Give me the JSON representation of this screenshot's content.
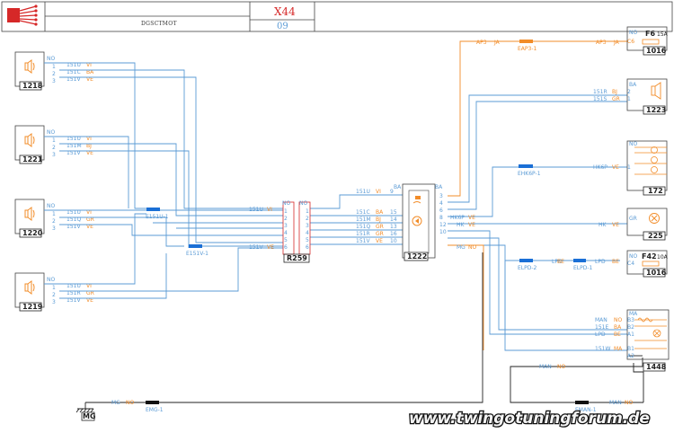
{
  "header": {
    "title": "DGSCTMOT",
    "page_code": "X44",
    "page_number": "09"
  },
  "watermark": "www.twingotuningforum.de",
  "colors": {
    "blue": "#5b9bd5",
    "orange": "#f28c28",
    "red": "#d62828",
    "dark": "#222222",
    "connector": "#1a6fd6"
  },
  "components": {
    "speaker_1218": "1218",
    "speaker_1221": "1221",
    "speaker_1220": "1220",
    "speaker_1219": "1219",
    "r259": "R259",
    "radio_1222": "1222",
    "speaker_1223": "1223",
    "fuse_1016_top": "1016",
    "fuse_f6_name": "F6",
    "fuse_f6_rating": "15A",
    "unit_172": "172",
    "unit_225": "225",
    "fuse_1016_bottom": "1016",
    "fuse_f42_name": "F42",
    "fuse_f42_rating": "10A",
    "unit_1448": "1448",
    "ground_mg": "MG"
  },
  "connectors": {
    "e151u": "E151U-1",
    "e151v": "E151V-1",
    "eap3": "EAP3-1",
    "ehk6p": "EHK6P-1",
    "elpd2": "ELPD-2",
    "elpd1": "ELPD-1",
    "emg": "EMG-1",
    "eman": "EMAN-1"
  },
  "wires": {
    "w151u": "151U",
    "w151c": "151C",
    "w151v": "151V",
    "w151m": "151M",
    "w151q": "151Q",
    "w151r": "151R",
    "w151s": "151S",
    "w151e": "151E",
    "w151w": "151W",
    "ap3": "AP3",
    "hk6p": "HK6P",
    "hk": "HK",
    "lpd": "LPD",
    "man": "MAN",
    "mg": "MG"
  },
  "colors_codes": {
    "vi": "VI",
    "ba": "BA",
    "ve": "VE",
    "bj": "BJ",
    "gr": "GR",
    "ja": "JA",
    "no": "NO",
    "be": "BE",
    "ma": "MA"
  },
  "pins": {
    "p1": "1",
    "p2": "2",
    "p3": "3",
    "p4": "4",
    "p5": "5",
    "p6": "6",
    "p8": "8",
    "p9": "9",
    "p10": "10",
    "p12": "12",
    "p13": "13",
    "p14": "14",
    "p15": "15",
    "p16": "16",
    "c6": "C6",
    "c4": "C4",
    "b3": "B3",
    "b2": "B2",
    "a1": "A1",
    "b1": "B1",
    "a2": "A2"
  }
}
